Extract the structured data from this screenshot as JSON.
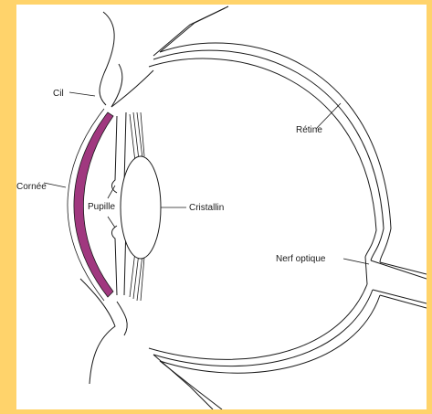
{
  "labels": {
    "cil": "Cil",
    "cornee": "Cornée",
    "pupille": "Pupille",
    "cristallin": "Cristallin",
    "retine": "Rétine",
    "nerf_optique": "Nerf optique"
  },
  "colors": {
    "border": "#ffd36b",
    "background": "#ffffff",
    "cornea": "#a0387f",
    "outline": "#1a1a1a"
  }
}
